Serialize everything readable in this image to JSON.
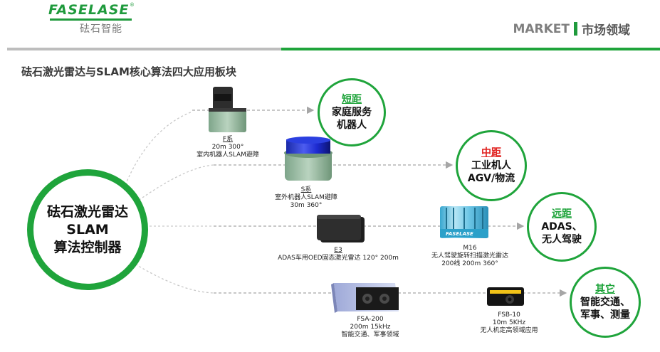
{
  "header": {
    "logo_text": "FASELASE",
    "logo_registered": "®",
    "logo_cn": "砝石智能",
    "section_en": "MARKET",
    "section_cn": "市场领域"
  },
  "page_title": "砝石激光雷达与SLAM核心算法四大应用板块",
  "center": {
    "line1": "砝石激光雷达",
    "line2": "SLAM",
    "line3": "算法控制器"
  },
  "segments": [
    {
      "head": "短距",
      "body": "家庭服务\n机器人",
      "head_color": "#1fa43b"
    },
    {
      "head": "中距",
      "body": "工业机人\nAGV/物流",
      "head_color": "#e0201e"
    },
    {
      "head": "远距",
      "body": "ADAS、\n无人驾驶",
      "head_color": "#1fa43b"
    },
    {
      "head": "其它",
      "body": "智能交通、\n军事、测量",
      "head_color": "#1fa43b"
    }
  ],
  "products": {
    "f": {
      "name": "F系",
      "spec": "20m 300°",
      "use": "室内机器人SLAM避障"
    },
    "s": {
      "name": "S系",
      "use": "室外机器人SLAM避障",
      "spec": "30m 360°"
    },
    "e3": {
      "name": "E3",
      "desc": "ADAS车用OED固态激光雷达 120° 200m"
    },
    "m16": {
      "name": "M16",
      "desc": "无人驾驶旋转扫描激光雷达",
      "spec": "200线 200m 360°",
      "brand": "FASELASE"
    },
    "fsa": {
      "name": "FSA-200",
      "spec": "200m 15kHz",
      "use": "智能交通、军事领域"
    },
    "fsb": {
      "name": "FSB-10",
      "spec": "10m 5KHz",
      "use": "无人机定高领域应用"
    }
  },
  "colors": {
    "brand_green": "#1fa43b",
    "accent_red": "#e0201e",
    "divider_grey": "#bdbdbd"
  }
}
